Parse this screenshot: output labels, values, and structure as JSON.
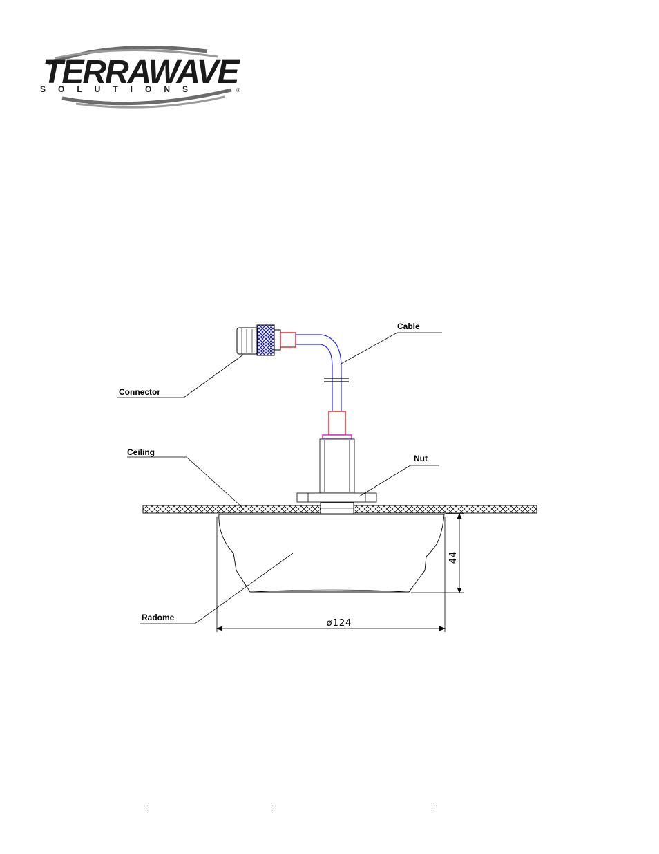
{
  "logo": {
    "wordmark": "TERRAWAVE",
    "subtitle": "SOLUTIONS",
    "registered": "®"
  },
  "diagram": {
    "labels": {
      "cable": "Cable",
      "connector": "Connector",
      "ceiling": "Ceiling",
      "nut": "Nut",
      "radome": "Radome"
    },
    "dimensions": {
      "height": "44",
      "diameter": "ø124"
    }
  },
  "colors": {
    "cable": "#2a2aff",
    "connector_sleeve": "#e02020",
    "gasket": "#d020d0",
    "knurl": "#1a1a9a",
    "line": "#000000"
  }
}
